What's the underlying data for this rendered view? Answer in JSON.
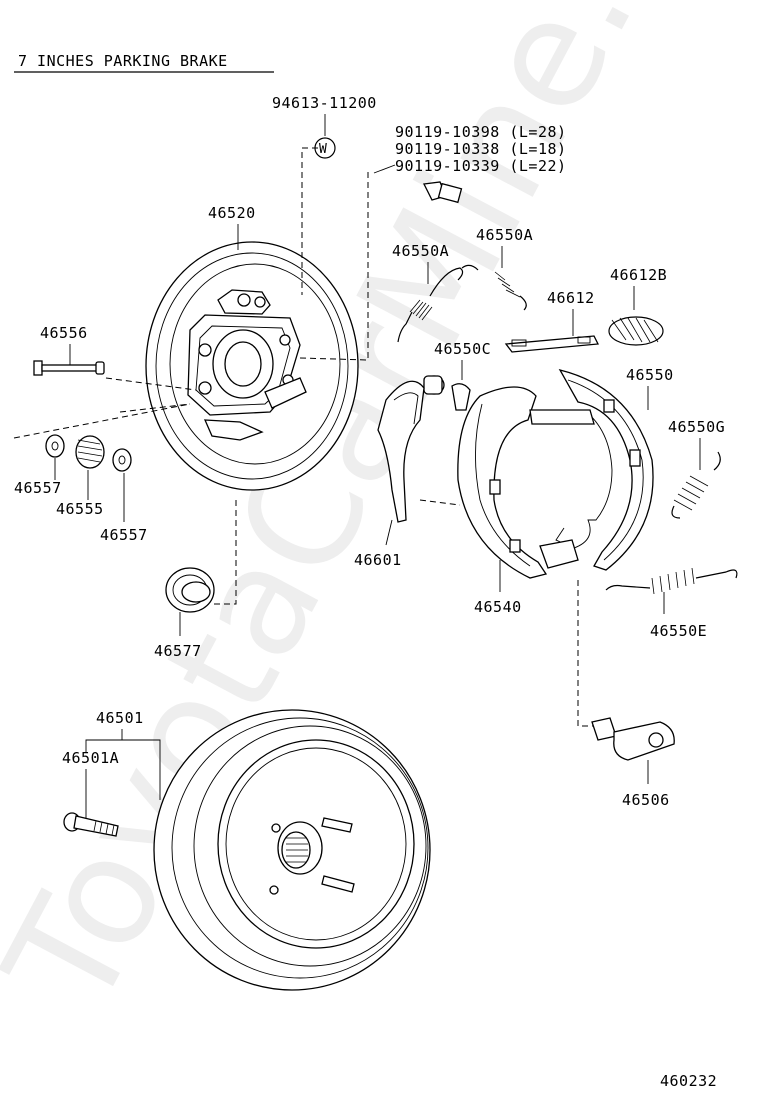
{
  "title": "7 INCHES PARKING BRAKE",
  "watermark": "ToyotaCarMine.ru",
  "figure_number": "460232",
  "w_symbol": "W",
  "parts": {
    "p94613": "94613-11200",
    "bolt_1": "90119-10398 (L=28)",
    "bolt_2": "90119-10338 (L=18)",
    "bolt_3": "90119-10339 (L=22)",
    "p46520": "46520",
    "p46550A_left": "46550A",
    "p46550A_right": "46550A",
    "p46612B": "46612B",
    "p46612": "46612",
    "p46556": "46556",
    "p46550C": "46550C",
    "p46550": "46550",
    "p46550G": "46550G",
    "p46557_left": "46557",
    "p46555": "46555",
    "p46557_right": "46557",
    "p46601": "46601",
    "p46540": "46540",
    "p46550E": "46550E",
    "p46577": "46577",
    "p46501": "46501",
    "p46501A": "46501A",
    "p46506": "46506"
  }
}
